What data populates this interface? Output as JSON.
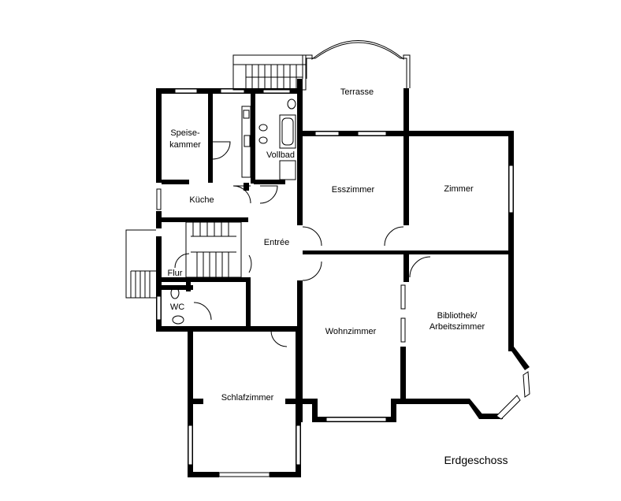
{
  "plan": {
    "title": "Erdgeschoss",
    "rooms": {
      "terrasse": "Terrasse",
      "speisekammer_1": "Speise-",
      "speisekammer_2": "kammer",
      "vollbad": "Vollbad",
      "esszimmer": "Esszimmer",
      "zimmer": "Zimmer",
      "kueche": "Küche",
      "entree": "Entrée",
      "flur": "Flur",
      "wc": "WC",
      "wohnzimmer": "Wohnzimmer",
      "bibliothek_1": "Bibliothek/",
      "bibliothek_2": "Arbeitszimmer",
      "schlafzimmer": "Schlafzimmer"
    }
  }
}
